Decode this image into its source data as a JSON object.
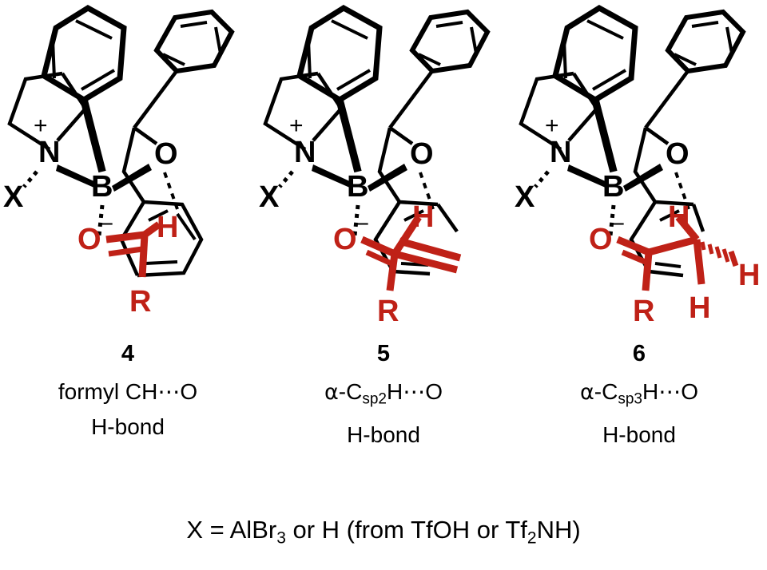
{
  "figure": {
    "background_color": "#ffffff",
    "ink_color": "#000000",
    "highlight_color": "#bf2117"
  },
  "structures": [
    {
      "id": "structure-4",
      "number": "4",
      "caption_line1_prefix": "formyl CH",
      "caption_line1_ellipsis": "⋯",
      "caption_line1_suffix": "O",
      "caption_line2": "H-bond",
      "atoms": {
        "nitrogen": "N",
        "nitrogen_charge": "+",
        "boron": "B",
        "boron_charge": "–",
        "substituent_x": "X",
        "ether_oxygen": "O",
        "carbonyl_oxygen": "O",
        "r_group": "R",
        "hydrogen_1": "H"
      }
    },
    {
      "id": "structure-5",
      "number": "5",
      "caption_line1_alpha": "α",
      "caption_line1_dash": "-C",
      "caption_line1_sub": "sp2",
      "caption_line1_mid": "H",
      "caption_line1_ellipsis": "⋯",
      "caption_line1_suffix": "O",
      "caption_line2": "H-bond",
      "atoms": {
        "nitrogen": "N",
        "nitrogen_charge": "+",
        "boron": "B",
        "boron_charge": "–",
        "substituent_x": "X",
        "ether_oxygen": "O",
        "carbonyl_oxygen": "O",
        "r_group": "R",
        "hydrogen_1": "H"
      }
    },
    {
      "id": "structure-6",
      "number": "6",
      "caption_line1_alpha": "α",
      "caption_line1_dash": "-C",
      "caption_line1_sub": "sp3",
      "caption_line1_mid": "H",
      "caption_line1_ellipsis": "⋯",
      "caption_line1_suffix": "O",
      "caption_line2": "H-bond",
      "atoms": {
        "nitrogen": "N",
        "nitrogen_charge": "+",
        "boron": "B",
        "boron_charge": "–",
        "substituent_x": "X",
        "ether_oxygen": "O",
        "carbonyl_oxygen": "O",
        "r_group": "R",
        "hydrogen_1": "H",
        "hydrogen_2": "H",
        "hydrogen_3": "H"
      }
    }
  ],
  "footer": {
    "part1": "X = AlBr",
    "sub1": "3",
    "part2": " or H (from TfOH or Tf",
    "sub2": "2",
    "part3": "NH)"
  }
}
